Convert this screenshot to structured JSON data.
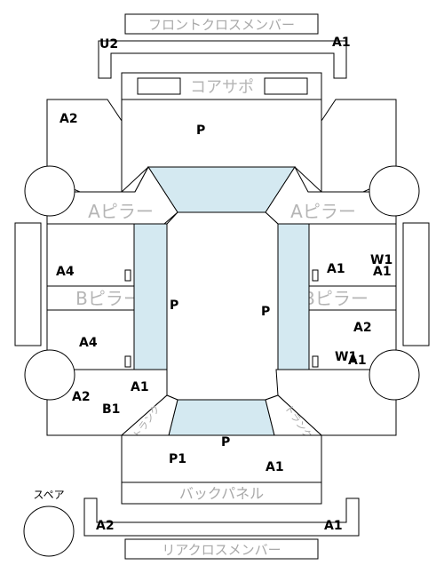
{
  "colors": {
    "glass": "#d4e9f1",
    "stroke": "#000000",
    "label_gray": "#a8a8a8"
  },
  "parts": {
    "front_cross_member": "フロントクロスメンバー",
    "core_support": "コアサポ",
    "a_pillar_left": "Aピラー",
    "a_pillar_right": "Aピラー",
    "b_pillar_left": "Bピラー",
    "b_pillar_right": "Bピラー",
    "trunk_left": "トランク",
    "trunk_right": "トランク",
    "back_panel": "バックパネル",
    "rear_cross_member": "リアクロスメンバー",
    "spare": "スペア"
  },
  "codes": {
    "front_left": "U2",
    "front_right": "A1",
    "fender_left": "A2",
    "hood": "P",
    "front_door_left": "A4",
    "front_door_right": "A1",
    "mirror_right_w": "W1",
    "mirror_right_a": "A1",
    "roof_left": "P",
    "roof_right": "P",
    "rear_door_left": "A4",
    "rear_door_right": "A2",
    "rear_right_w": "W1",
    "rear_right_a": "A1",
    "quarter_left_a": "A1",
    "quarter_left_a2": "A2",
    "quarter_left_b": "B1",
    "trunk_p": "P",
    "trunk_p1": "P1",
    "trunk_a1": "A1",
    "rear_left": "A2",
    "rear_right": "A1"
  }
}
